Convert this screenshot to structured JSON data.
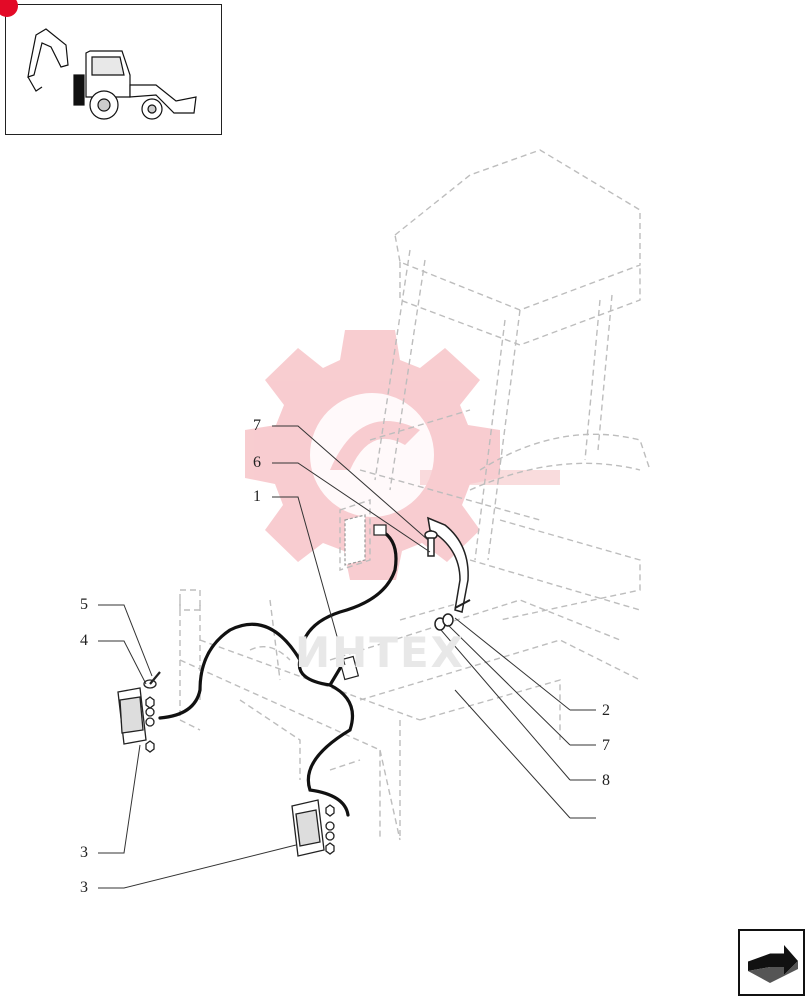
{
  "callouts": [
    {
      "id": "c7a",
      "text": "7"
    },
    {
      "id": "c6",
      "text": "6"
    },
    {
      "id": "c1",
      "text": "1"
    },
    {
      "id": "c5",
      "text": "5"
    },
    {
      "id": "c4",
      "text": "4"
    },
    {
      "id": "c2",
      "text": "2"
    },
    {
      "id": "c7b",
      "text": "7"
    },
    {
      "id": "c8",
      "text": "8"
    },
    {
      "id": "c3a",
      "text": "3"
    },
    {
      "id": "c3b",
      "text": "3"
    }
  ],
  "watermark": {
    "text": "ИНТЕХ",
    "color": "#f2a0a6"
  },
  "colors": {
    "accent": "#e30a27",
    "line": "#222222",
    "ghost": "#bdbdbd"
  },
  "icons": {
    "next": "next-page-arrow-icon",
    "thumbnail": "backhoe-loader-thumbnail-icon"
  }
}
